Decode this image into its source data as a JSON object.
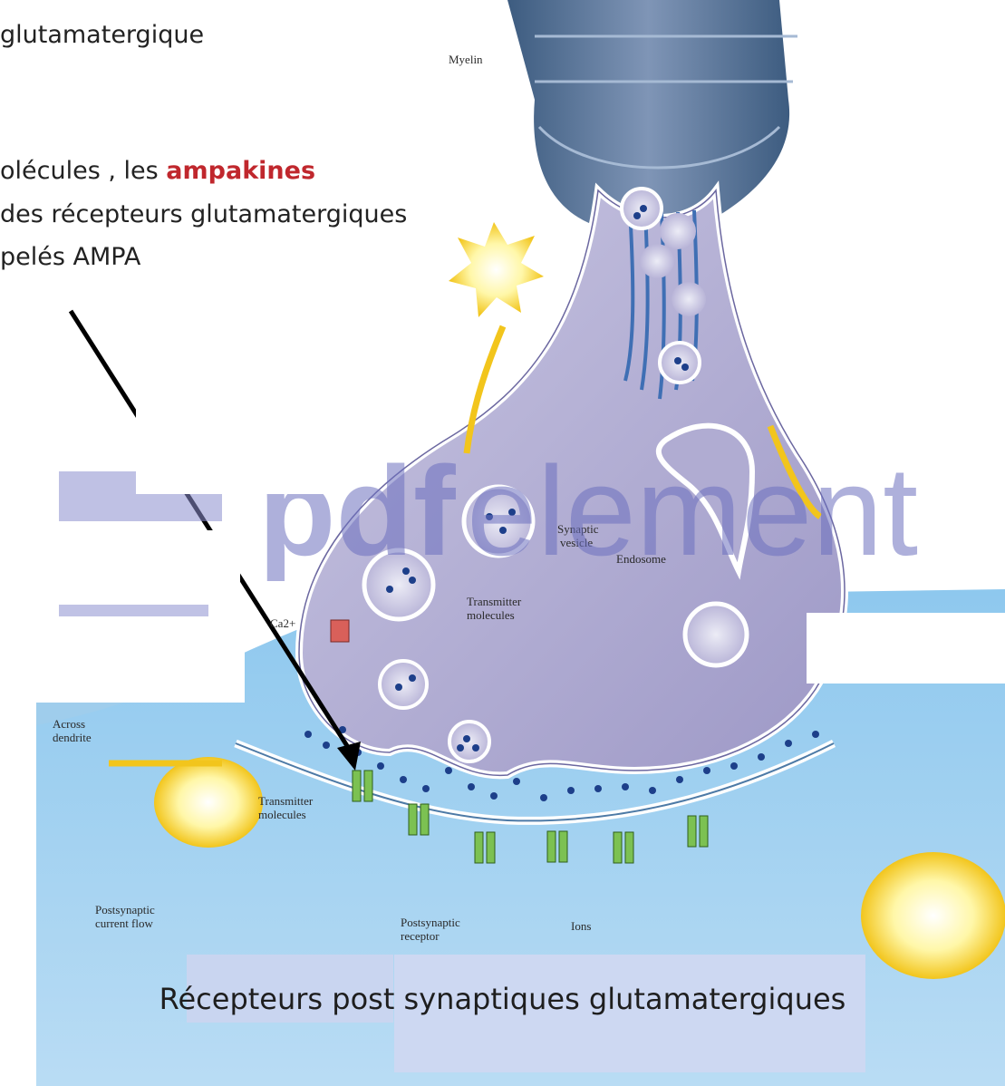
{
  "slide": {
    "title_fragment": "glutamatergique",
    "text_line1_prefix": "olécules , les",
    "text_line1_highlight": "ampakines",
    "text_line2": "des récepteurs glutamatergiques",
    "text_line3": "pelés AMPA",
    "bottom_caption": "Récepteurs post synaptiques glutamatergiques",
    "highlight_color": "#c0272d"
  },
  "diagram": {
    "labels": {
      "myelin": "Myelin",
      "synaptic_vesicle_1": "Synaptic",
      "synaptic_vesicle_2": "vesicle",
      "endosome": "Endosome",
      "transmitter_molecules_upper_1": "Transmitter",
      "transmitter_molecules_upper_2": "molecules",
      "calcium": "Ca2+",
      "across_dendrite_1": "Across",
      "across_dendrite_2": "dendrite",
      "transmitter_molecules_lower_1": "Transmitter",
      "transmitter_molecules_lower_2": "molecules",
      "postsynaptic_current_1": "Postsynaptic",
      "postsynaptic_current_2": "current flow",
      "postsynaptic_receptor_1": "Postsynaptic",
      "postsynaptic_receptor_2": "receptor",
      "ions": "Ions"
    }
  },
  "watermark": {
    "text_bold": "pdf",
    "text_light": "element"
  }
}
